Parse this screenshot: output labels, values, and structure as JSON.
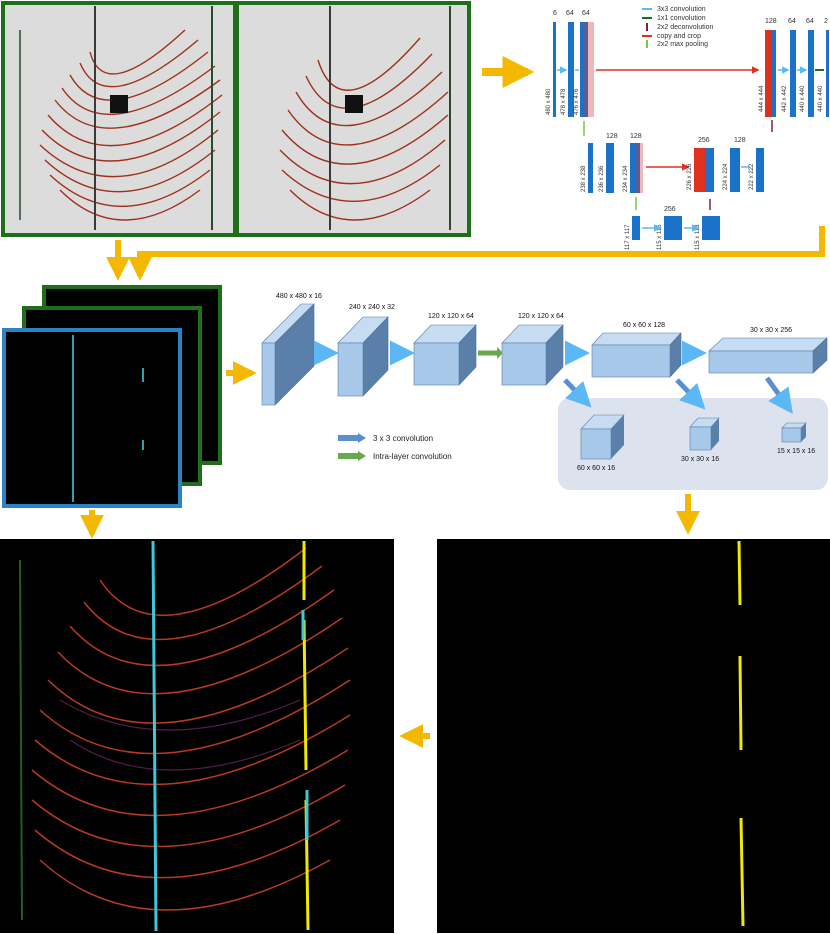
{
  "unet": {
    "legend": [
      {
        "label": "3x3 convolution",
        "color": "#5bb8f5"
      },
      {
        "label": "1x1 convolution",
        "color": "#1a6e20"
      },
      {
        "label": "2x2 deconvolution",
        "color": "#8b1a3a"
      },
      {
        "label": "copy and crop",
        "color": "#e03020"
      },
      {
        "label": "2x2 max pooling",
        "color": "#6ccf3a"
      }
    ],
    "channels": {
      "in": "6",
      "c64a": "64",
      "c64b": "64",
      "r128": "128",
      "r64a": "64",
      "r64b": "64",
      "r2": "2",
      "m128a": "128",
      "m128b": "128",
      "m256a": "256",
      "m128c": "128",
      "b256": "256"
    },
    "sizes": {
      "s480": "480 x 480",
      "s478": "478 x 478",
      "s476": "476 x 476",
      "s444": "444 x 444",
      "s442": "442 x 442",
      "s440a": "440 x 440",
      "s440b": "440 x 440",
      "s238": "238 x 238",
      "s236": "236 x 236",
      "s234": "234 x 234",
      "s226": "226 x 226",
      "s224": "224 x 224",
      "s222": "222 x 222",
      "s117": "117 x 117",
      "s115": "115 x 115",
      "s113": "115 x 113"
    }
  },
  "encoder": {
    "blocks": [
      "480 x 480 x 16",
      "240 x 240 x 32",
      "120 x 120 x 64",
      "120 x 120 x 64",
      "60 x 60 x 128",
      "30 x 30 x 256"
    ],
    "outputs": [
      "60 x 60 x 16",
      "30 x 30 x 16",
      "15 x 15 x 16"
    ],
    "legend": [
      {
        "label": "3 x 3 convolution",
        "color": "#5b8fcf"
      },
      {
        "label": "Intra-layer convolution",
        "color": "#6aa84f"
      }
    ]
  },
  "colors": {
    "arrow": "#f5b800",
    "frame_green": "#1f6e1a",
    "frame_blue": "#2b83c6",
    "cube_face": "#a8c8ea",
    "cube_top": "#c5dcf2",
    "cube_side": "#5a7fa8",
    "cyan_line": "#3ec8d8",
    "yellow_line": "#f0e800",
    "scan_red": "#b83a20"
  }
}
